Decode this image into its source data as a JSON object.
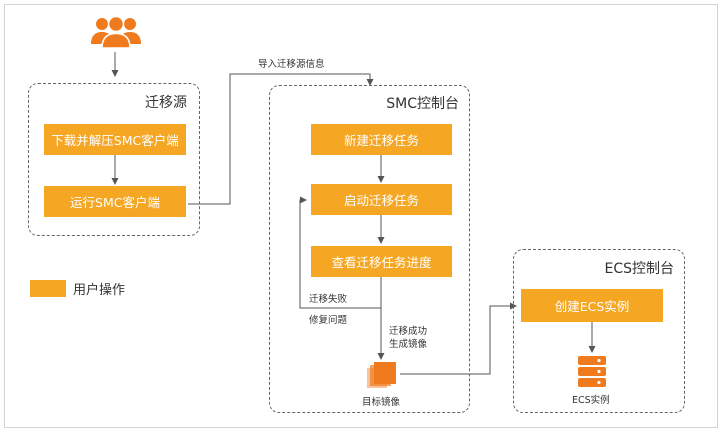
{
  "panels": {
    "source": {
      "title": "迁移源"
    },
    "smc": {
      "title": "SMC控制台"
    },
    "ecs": {
      "title": "ECS控制台"
    }
  },
  "steps": {
    "download": "下载并解压SMC客户端",
    "run_client": "运行SMC客户端",
    "new_task": "新建迁移任务",
    "start_task": "启动迁移任务",
    "view_progress": "查看迁移任务进度",
    "create_ecs": "创建ECS实例"
  },
  "annotations": {
    "import_info": "导入迁移源信息",
    "fail": "迁移失败",
    "repair": "修复问题",
    "success_line1": "迁移成功",
    "success_line2": "生成镜像"
  },
  "resources": {
    "target_image": "目标镜像",
    "ecs_instance": "ECS实例"
  },
  "legend": {
    "label": "用户操作"
  },
  "colors": {
    "accent": "#f5a623",
    "icon_orange": "#f07b1f",
    "line": "#555555"
  },
  "icons": [
    "users-icon",
    "image-stack-icon",
    "server-icon"
  ]
}
